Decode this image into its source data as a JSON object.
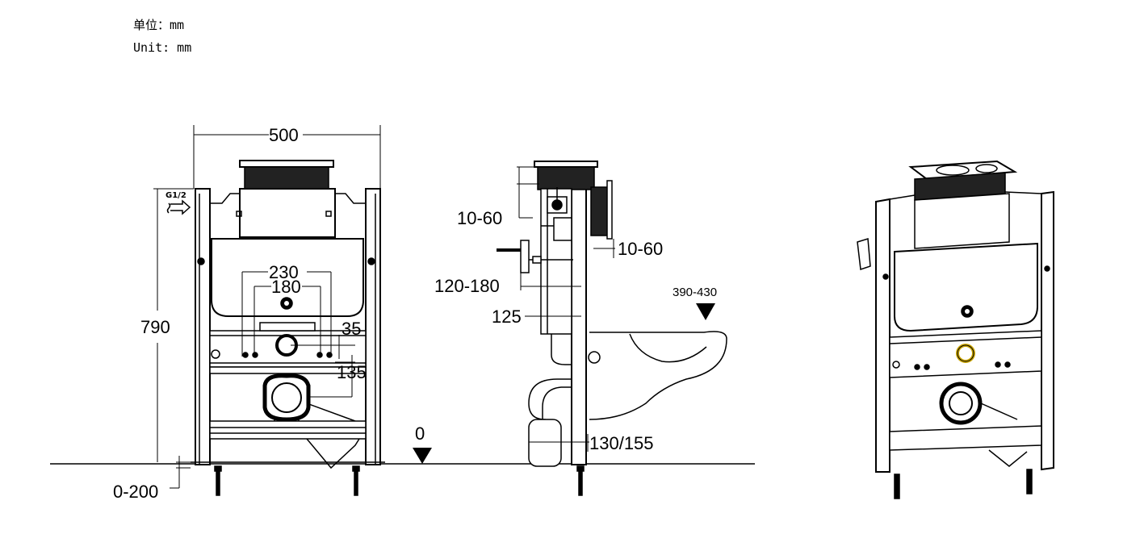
{
  "units": {
    "cn": "单位：mm",
    "en": "Unit: mm"
  },
  "front": {
    "width": "500",
    "height": "790",
    "inlet": "G1/2",
    "a230": "230",
    "a180": "180",
    "a35": "35",
    "a135": "135",
    "adjust": "0-200"
  },
  "side": {
    "top": "10-60",
    "right": "10-60",
    "depth": "120-180",
    "d125": "125",
    "seat": "390-430",
    "outlet": "130/155",
    "floor": "0"
  }
}
